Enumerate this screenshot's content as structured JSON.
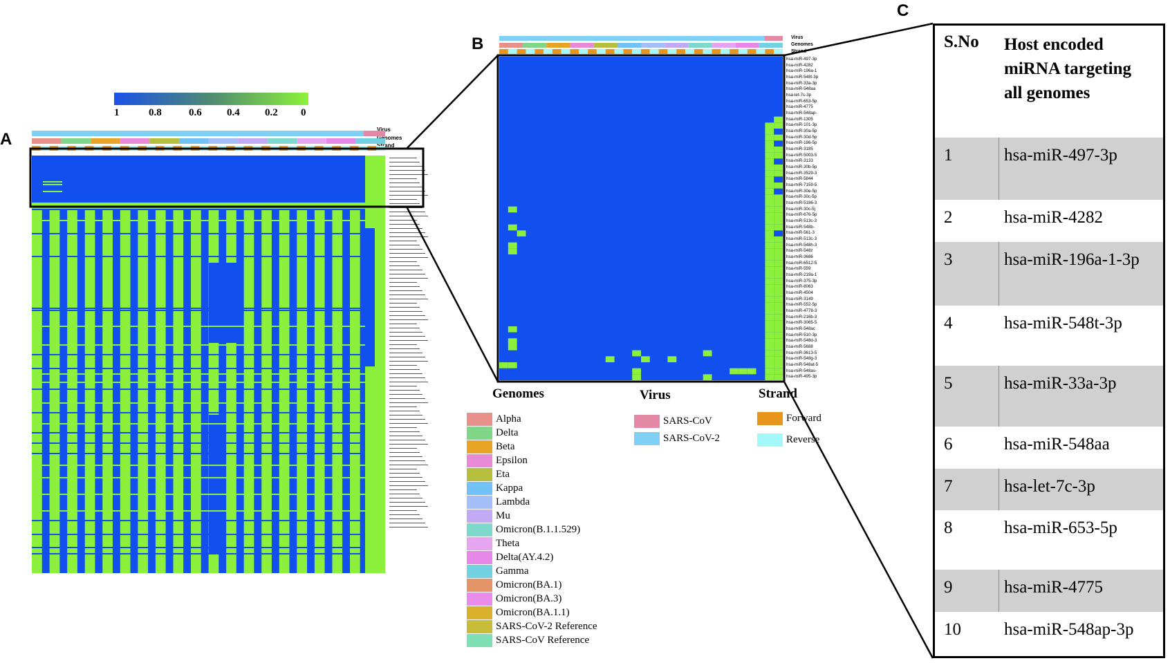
{
  "panel_letters": {
    "a": "A",
    "b": "B",
    "c": "C"
  },
  "colorbar": {
    "ticks": [
      "1",
      "0.8",
      "0.6",
      "0.4",
      "0.2",
      "0"
    ],
    "gradient": [
      "#1a52e8",
      "#4f8a72",
      "#8cf23a"
    ]
  },
  "colors": {
    "blue": "#1150ee",
    "green": "#8cf03c",
    "grey_row": "#d0d0d0",
    "virus_sars_cov": "#e389a6",
    "virus_sars_cov_2": "#7fd0f4",
    "strand_forward": "#e8951e",
    "strand_reverse": "#a5f8f8"
  },
  "annotation_labels": {
    "virus": "Virus",
    "genomes": "Genomes",
    "strand": "Strand"
  },
  "legend": {
    "genomes_title": "Genomes",
    "virus_title": "Virus",
    "strand_title": "Strand",
    "genomes": [
      {
        "label": "Alpha",
        "color": "#e8908a"
      },
      {
        "label": "Delta",
        "color": "#7fd687"
      },
      {
        "label": "Beta",
        "color": "#e8a426"
      },
      {
        "label": "Epsilon",
        "color": "#e88ad6"
      },
      {
        "label": "Eta",
        "color": "#b5bf3d"
      },
      {
        "label": "Kappa",
        "color": "#72c2f7"
      },
      {
        "label": "Lambda",
        "color": "#a4bff7"
      },
      {
        "label": "Mu",
        "color": "#c1a9f4"
      },
      {
        "label": "Omicron(B.1.1.529)",
        "color": "#7fd8cc"
      },
      {
        "label": "Theta",
        "color": "#e6a5f0"
      },
      {
        "label": "Delta(AY.4.2)",
        "color": "#e788e8"
      },
      {
        "label": "Gamma",
        "color": "#73d2e2"
      },
      {
        "label": "Omicron(BA.1)",
        "color": "#e5946a"
      },
      {
        "label": "Omicron(BA.3)",
        "color": "#e88bea"
      },
      {
        "label": "Omicron(BA.1.1)",
        "color": "#d9b02c"
      },
      {
        "label": "SARS-CoV-2 Reference",
        "color": "#c8bd37"
      },
      {
        "label": "SARS-CoV Reference",
        "color": "#7fdfb5"
      }
    ],
    "virus": [
      {
        "label": "SARS-CoV",
        "color": "#e389a6"
      },
      {
        "label": "SARS-CoV-2",
        "color": "#7fd0f4"
      }
    ],
    "strand": [
      {
        "label": "Forward",
        "color": "#e8951e"
      },
      {
        "label": "Reverse",
        "color": "#a5f8f8"
      }
    ]
  },
  "panel_b_mirna_labels": [
    "hsa-miR-497-3p",
    "hsa-miR-4282",
    "hsa-miR-196a-1",
    "hsa-miR-548t-3p",
    "hsa-miR-33a-3p",
    "hsa-miR-548aa",
    "hsa-let-7c-3p",
    "hsa-miR-653-5p",
    "hsa-miR-4775",
    "hsa-miR-548ap-",
    "hsa-miR-1305",
    "hsa-miR-101-3p",
    "hsa-miR-30a-5p",
    "hsa-miR-30d-5p",
    "hsa-miR-186-5p",
    "hsa-miR-3185",
    "hsa-miR-5003-5",
    "hsa-miR-3133",
    "hsa-miR-30b-5p",
    "hsa-miR-3529-3",
    "hsa-miR-5844",
    "hsa-miR-7159-5",
    "hsa-miR-30e-5p",
    "hsa-miR-30c-5p",
    "hsa-miR-5186-3",
    "hsa-miR-30c-5j",
    "hsa-miR-676-5p",
    "hsa-miR-513c-3",
    "hsa-miR-548b-",
    "hsa-miR-561-3",
    "hsa-miR-513c-3",
    "hsa-miR-548h-3",
    "hsa-miR-548z",
    "hsa-miR-3686",
    "hsa-miR-6512-5",
    "hsa-miR-559",
    "hsa-miR-219a-1",
    "hsa-miR-375-3p",
    "hsa-miR-8063",
    "hsa-miR-4504",
    "hsa-miR-3149",
    "hsa-miR-552-5p",
    "hsa-miR-4778-3",
    "hsa-miR-216b-3",
    "hsa-miR-3065-5",
    "hsa-miR-548ac",
    "hsa-miR-510-3p",
    "hsa-miR-548d-3",
    "hsa-miR-5688",
    "hsa-miR-3613-5",
    "hsa-miR-548g-3",
    "hsa-miR-548at-5",
    "hsa-miR-548as-",
    "hsa-miR-495-3p"
  ],
  "table": {
    "header_sno": "S.No",
    "header_mirna": "Host encoded miRNA targeting all genomes",
    "rows": [
      {
        "sno": "1",
        "mirna": "hsa-miR-497-3p"
      },
      {
        "sno": "2",
        "mirna": "hsa-miR-4282"
      },
      {
        "sno": "3",
        "mirna": "hsa-miR-196a-1-3p"
      },
      {
        "sno": "4",
        "mirna": "hsa-miR-548t-3p"
      },
      {
        "sno": "5",
        "mirna": "hsa-miR-33a-3p"
      },
      {
        "sno": "6",
        "mirna": "hsa-miR-548aa"
      },
      {
        "sno": "7",
        "mirna": "hsa-let-7c-3p"
      },
      {
        "sno": "8",
        "mirna": "hsa-miR-653-5p"
      },
      {
        "sno": "9",
        "mirna": "hsa-miR-4775"
      },
      {
        "sno": "10",
        "mirna": "hsa-miR-548ap-3p"
      }
    ]
  },
  "chart_data": [
    {
      "type": "heatmap",
      "panel": "A",
      "colorbar_range": [
        1,
        0
      ],
      "annotations": [
        "Virus",
        "Genomes",
        "Strand"
      ],
      "note_values": "1 = blue, 0 = green",
      "column_pattern": "columns alternate blue/green in most rows below the highlighted block; rightmost columns green"
    },
    {
      "type": "heatmap",
      "panel": "B",
      "colorbar_range": [
        1,
        0
      ],
      "row_labels_ref": "panel_b_mirna_labels",
      "columns": 32,
      "rows": 54,
      "green_cells": [
        [
          31,
          10
        ],
        [
          30,
          11
        ],
        [
          31,
          11
        ],
        [
          30,
          12
        ],
        [
          30,
          13
        ],
        [
          31,
          13
        ],
        [
          30,
          14
        ],
        [
          30,
          15
        ],
        [
          31,
          15
        ],
        [
          30,
          16
        ],
        [
          31,
          16
        ],
        [
          30,
          17
        ],
        [
          30,
          18
        ],
        [
          31,
          18
        ],
        [
          30,
          19
        ],
        [
          31,
          19
        ],
        [
          30,
          20
        ],
        [
          30,
          21
        ],
        [
          31,
          21
        ],
        [
          30,
          22
        ],
        [
          30,
          23
        ],
        [
          31,
          23
        ],
        [
          30,
          24
        ],
        [
          31,
          24
        ],
        [
          30,
          25
        ],
        [
          31,
          25
        ],
        [
          30,
          26
        ],
        [
          31,
          26
        ],
        [
          30,
          27
        ],
        [
          31,
          27
        ],
        [
          30,
          28
        ],
        [
          31,
          28
        ],
        [
          30,
          29
        ],
        [
          30,
          30
        ],
        [
          31,
          30
        ],
        [
          30,
          31
        ],
        [
          31,
          31
        ],
        [
          30,
          32
        ],
        [
          31,
          32
        ],
        [
          30,
          33
        ],
        [
          31,
          33
        ],
        [
          30,
          34
        ],
        [
          31,
          34
        ],
        [
          30,
          35
        ],
        [
          31,
          35
        ],
        [
          30,
          36
        ],
        [
          31,
          36
        ],
        [
          30,
          37
        ],
        [
          31,
          37
        ],
        [
          30,
          38
        ],
        [
          31,
          38
        ],
        [
          30,
          39
        ],
        [
          31,
          39
        ],
        [
          30,
          40
        ],
        [
          31,
          40
        ],
        [
          30,
          41
        ],
        [
          31,
          41
        ],
        [
          30,
          42
        ],
        [
          31,
          42
        ],
        [
          30,
          43
        ],
        [
          31,
          43
        ],
        [
          30,
          44
        ],
        [
          31,
          44
        ],
        [
          30,
          45
        ],
        [
          31,
          45
        ],
        [
          30,
          46
        ],
        [
          31,
          46
        ],
        [
          30,
          47
        ],
        [
          31,
          47
        ],
        [
          30,
          48
        ],
        [
          31,
          48
        ],
        [
          30,
          49
        ],
        [
          31,
          49
        ],
        [
          30,
          50
        ],
        [
          31,
          50
        ],
        [
          30,
          51
        ],
        [
          31,
          51
        ],
        [
          30,
          52
        ],
        [
          31,
          52
        ],
        [
          30,
          53
        ],
        [
          31,
          53
        ],
        [
          1,
          25
        ],
        [
          1,
          28
        ],
        [
          2,
          29
        ],
        [
          1,
          31
        ],
        [
          1,
          32
        ],
        [
          1,
          45
        ],
        [
          1,
          47
        ],
        [
          1,
          48
        ],
        [
          0,
          51
        ],
        [
          1,
          51
        ],
        [
          12,
          50
        ],
        [
          15,
          49
        ],
        [
          16,
          50
        ],
        [
          15,
          52
        ],
        [
          15,
          53
        ],
        [
          19,
          50
        ],
        [
          23,
          49
        ],
        [
          26,
          52
        ],
        [
          27,
          52
        ],
        [
          28,
          52
        ],
        [
          23,
          53
        ]
      ]
    }
  ]
}
